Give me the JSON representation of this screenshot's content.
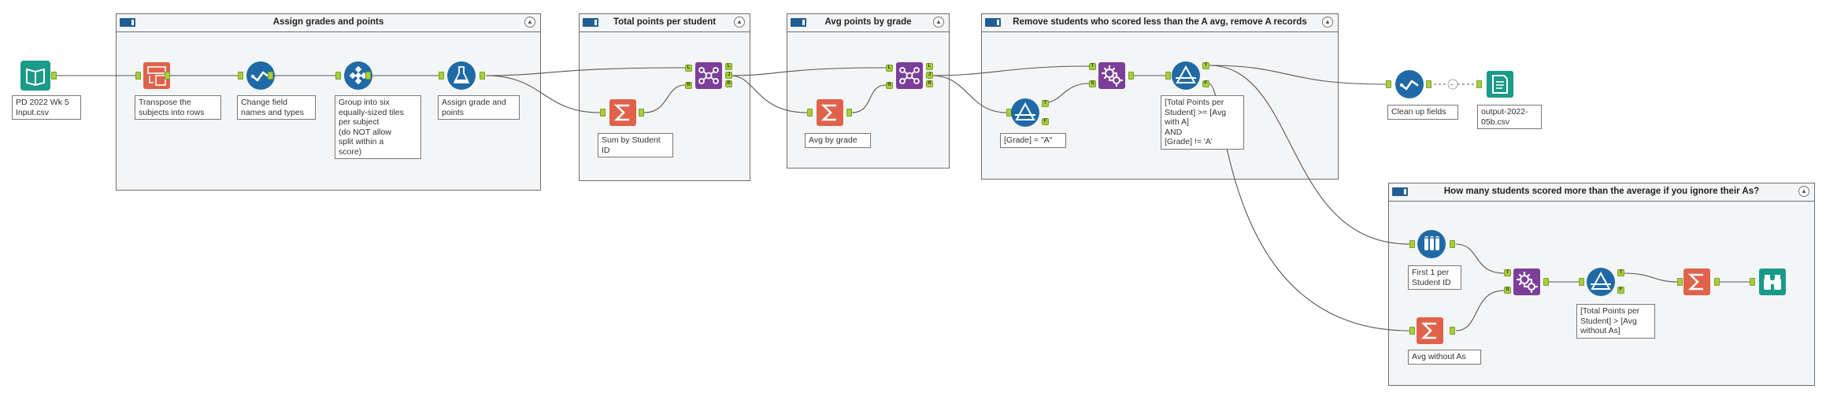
{
  "containers": [
    {
      "id": "assign",
      "title": "Assign grades and points"
    },
    {
      "id": "total",
      "title": "Total points per student"
    },
    {
      "id": "avg",
      "title": "Avg points by grade"
    },
    {
      "id": "remove",
      "title": "Remove students who scored less than the A avg, remove A records"
    },
    {
      "id": "howmany",
      "title": "How many students scored more than the average if you ignore their As?"
    }
  ],
  "tools": [
    {
      "id": "input",
      "icon": "book-input-icon",
      "color": "#1a9a88",
      "label": "PD 2022 Wk 5\nInput.csv"
    },
    {
      "id": "transpose",
      "icon": "transpose-icon",
      "color": "#e0624b",
      "label": "Transpose the\nsubjects into rows"
    },
    {
      "id": "select1",
      "icon": "select-check-icon",
      "color": "#1f6aa6",
      "label": "Change field\nnames and types"
    },
    {
      "id": "tile",
      "icon": "tile-diamond-icon",
      "color": "#1f6aa6",
      "label": "Group into six\nequally-sized tiles\nper subject\n(do NOT allow\nsplit within a\nscore)"
    },
    {
      "id": "formula",
      "icon": "formula-flask-icon",
      "color": "#1f6aa6",
      "label": "Assign grade and\npoints"
    },
    {
      "id": "sum_student",
      "icon": "summarize-sigma-icon",
      "color": "#e0624b",
      "label": "Sum by Student\nID"
    },
    {
      "id": "join1",
      "icon": "join-network-icon",
      "color": "#7b3f99",
      "label": ""
    },
    {
      "id": "avg_grade",
      "icon": "summarize-sigma-icon",
      "color": "#e0624b",
      "label": "Avg by grade"
    },
    {
      "id": "join2",
      "icon": "join-network-icon",
      "color": "#7b3f99",
      "label": ""
    },
    {
      "id": "filter_a",
      "icon": "filter-triangle-icon",
      "color": "#1f6aa6",
      "label": "[Grade] = \"A\""
    },
    {
      "id": "append",
      "icon": "append-gears-icon",
      "color": "#7b3f99",
      "label": ""
    },
    {
      "id": "filter_main",
      "icon": "filter-triangle-icon",
      "color": "#1f6aa6",
      "label": "[Total Points per\nStudent] >= [Avg\nwith A]\nAND\n[Grade] != 'A'"
    },
    {
      "id": "select2",
      "icon": "select-check-icon",
      "color": "#1f6aa6",
      "label": "Clean up fields"
    },
    {
      "id": "output",
      "icon": "output-file-icon",
      "color": "#1a9a88",
      "label": "output-2022-\n05b.csv"
    },
    {
      "id": "sample",
      "icon": "sample-tubes-icon",
      "color": "#1f6aa6",
      "label": "First 1 per\nStudent ID"
    },
    {
      "id": "avg_noA",
      "icon": "summarize-sigma-icon",
      "color": "#e0624b",
      "label": "Avg without As"
    },
    {
      "id": "append2",
      "icon": "append-gears-icon",
      "color": "#7b3f99",
      "label": ""
    },
    {
      "id": "filter2",
      "icon": "filter-triangle-icon",
      "color": "#1f6aa6",
      "label": "[Total Points per\nStudent] > [Avg\nwithout As]"
    },
    {
      "id": "sum_final",
      "icon": "summarize-sigma-icon",
      "color": "#e0624b",
      "label": ""
    },
    {
      "id": "browse",
      "icon": "browse-binoculars-icon",
      "color": "#1a9a88",
      "label": ""
    }
  ],
  "anchor_letters": {
    "join_left": "L",
    "join_right": "R",
    "join_out_l": "L",
    "join_out_j": "J",
    "join_out_r": "R",
    "true": "T",
    "false": "F",
    "source": "S"
  }
}
